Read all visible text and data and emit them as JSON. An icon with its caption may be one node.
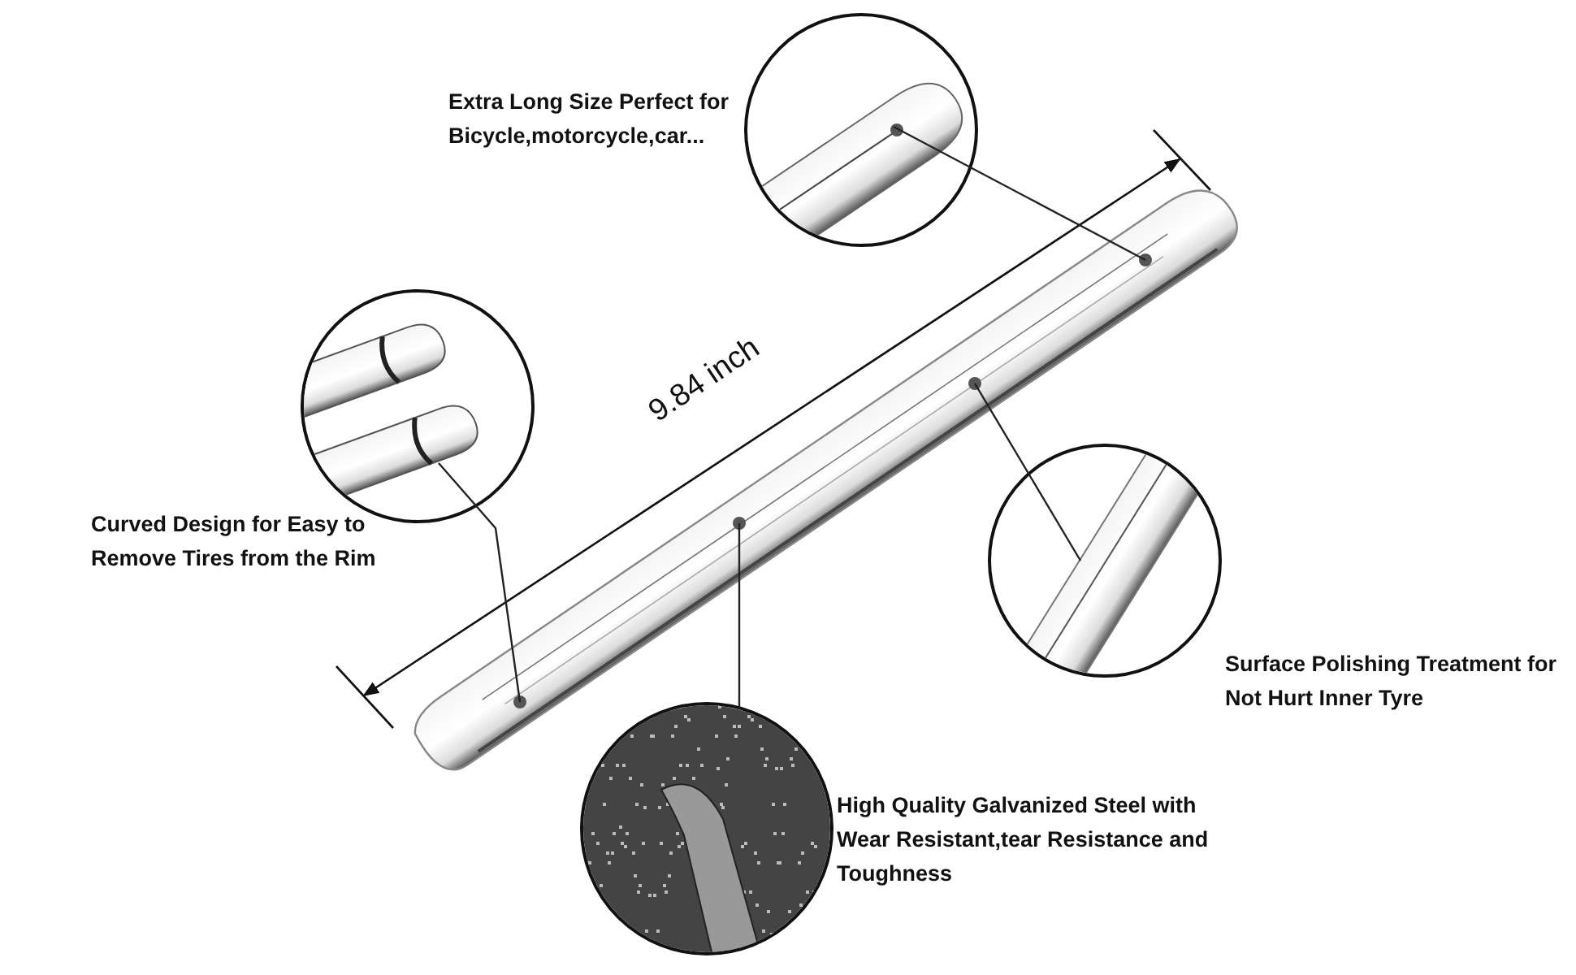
{
  "diagram": {
    "nodes": [
      {
        "text": [],
        "shape": "picture"
      },
      {
        "text": [],
        "shape": "picture",
        "beside": [
          "Extra Long Size Perfect for Bicycle,motorcycle,car..."
        ]
      },
      {
        "text": [],
        "shape": "picture",
        "beside": [
          "Curved Design for Easy to Remove Tires from the Rim"
        ]
      },
      {
        "text": [],
        "shape": "picture",
        "beside": [
          "High Quality Galvanized Steel with Wear Resistant,tear Resistance and Toughness"
        ]
      },
      {
        "text": [],
        "shape": "picture",
        "beside": [
          "Surface Polishing Treatment for Not Hurt Inner Tyre"
        ]
      }
    ],
    "edges": [
      {
        "from": 1,
        "to": 0,
        "arrow": "none"
      },
      {
        "from": 2,
        "to": 0,
        "arrow": "none"
      },
      {
        "from": 3,
        "to": 0,
        "arrow": "none"
      },
      {
        "from": 4,
        "to": 0,
        "arrow": "none"
      }
    ],
    "labels": [
      "9.84 inch"
    ]
  }
}
